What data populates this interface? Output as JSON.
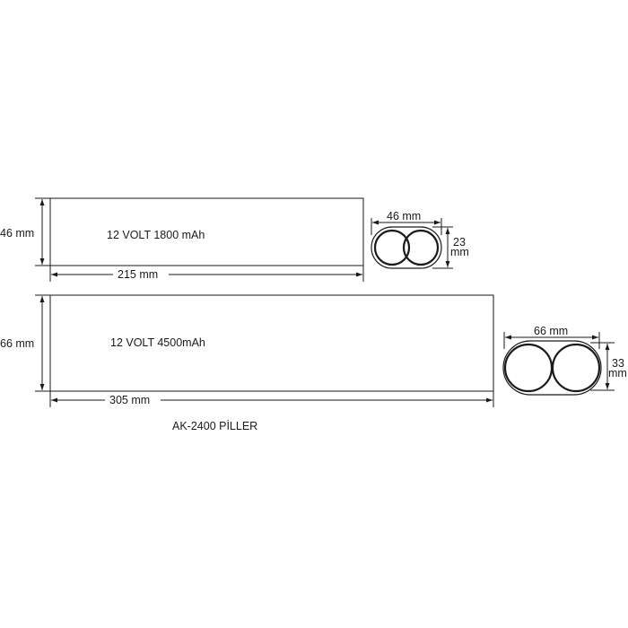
{
  "caption": "AK-2400 PİLLER",
  "battery_small": {
    "label": "12 VOLT 1800 mAh",
    "height_dim": "46 mm",
    "length_dim": "215 mm",
    "end_width_dim": "46 mm",
    "end_height_dim_value": "23",
    "end_height_dim_unit": "mm"
  },
  "battery_large": {
    "label": "12 VOLT 4500mAh",
    "height_dim": "66 mm",
    "length_dim": "305 mm",
    "end_width_dim": "66 mm",
    "end_height_dim_value": "33",
    "end_height_dim_unit": "mm"
  }
}
